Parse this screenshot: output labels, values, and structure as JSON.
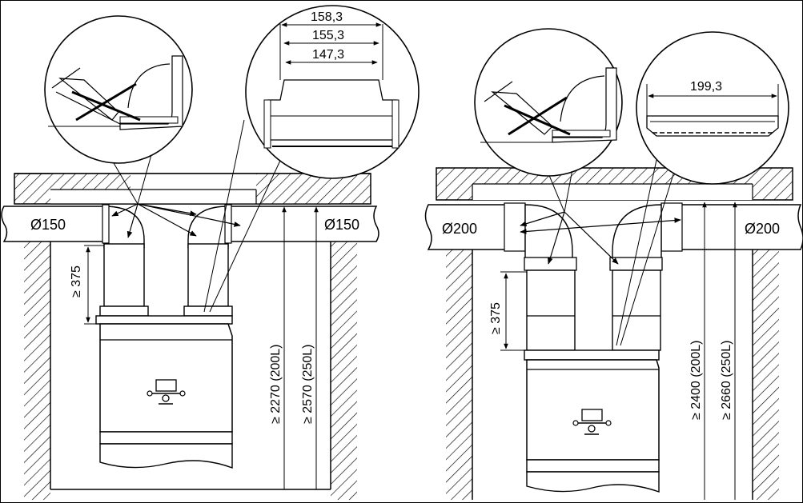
{
  "left": {
    "dim_top": "158,3",
    "dim_mid": "155,3",
    "dim_bot": "147,3",
    "pipe_left": "Ø150",
    "pipe_right": "Ø150",
    "dim_375": "≥ 375",
    "dim_200l": "≥ 2270 (200L)",
    "dim_250l": "≥ 2570 (250L)"
  },
  "right": {
    "dim_top": "199,3",
    "pipe_left": "Ø200",
    "pipe_right": "Ø200",
    "dim_375": "≥ 375",
    "dim_200l": "≥ 2400 (200L)",
    "dim_250l": "≥ 2660 (250L)"
  }
}
